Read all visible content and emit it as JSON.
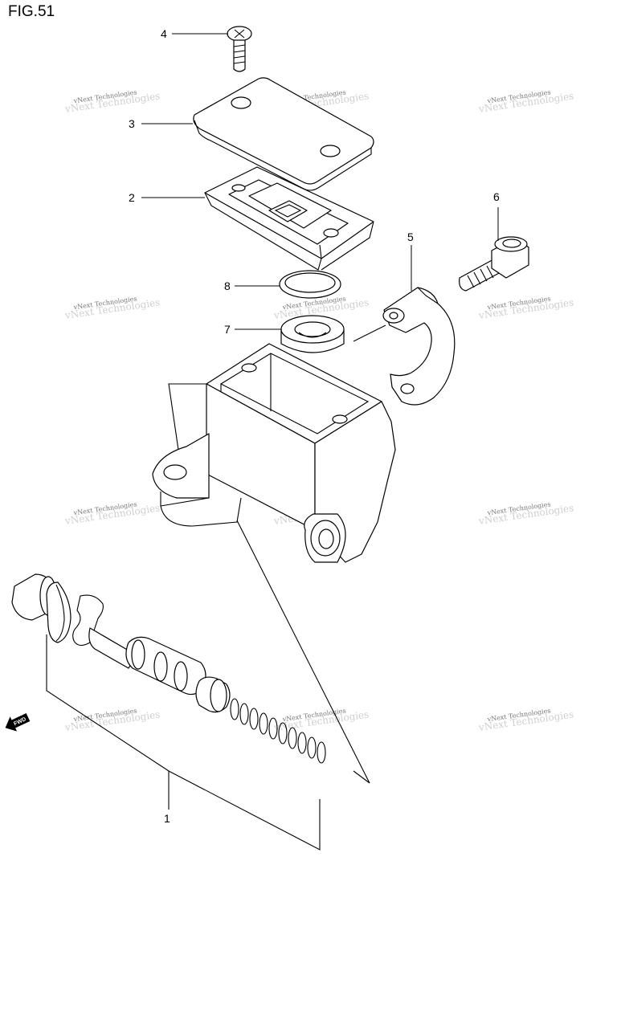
{
  "figure": {
    "title": "FIG.51"
  },
  "watermark": {
    "text": "vNext Technologies"
  },
  "direction_marker": {
    "label": "FWD"
  },
  "callouts": [
    {
      "id": "4",
      "label": "4",
      "part": "screw"
    },
    {
      "id": "3",
      "label": "3",
      "part": "reservoir-cap"
    },
    {
      "id": "2",
      "label": "2",
      "part": "diaphragm"
    },
    {
      "id": "6",
      "label": "6",
      "part": "bolt"
    },
    {
      "id": "5",
      "label": "5",
      "part": "holder-clamp"
    },
    {
      "id": "8",
      "label": "8",
      "part": "o-ring"
    },
    {
      "id": "7",
      "label": "7",
      "part": "boot"
    },
    {
      "id": "1",
      "label": "1",
      "part": "piston-cup-set"
    }
  ],
  "colors": {
    "line": "#000000",
    "background": "#ffffff",
    "watermark": "#777777"
  }
}
